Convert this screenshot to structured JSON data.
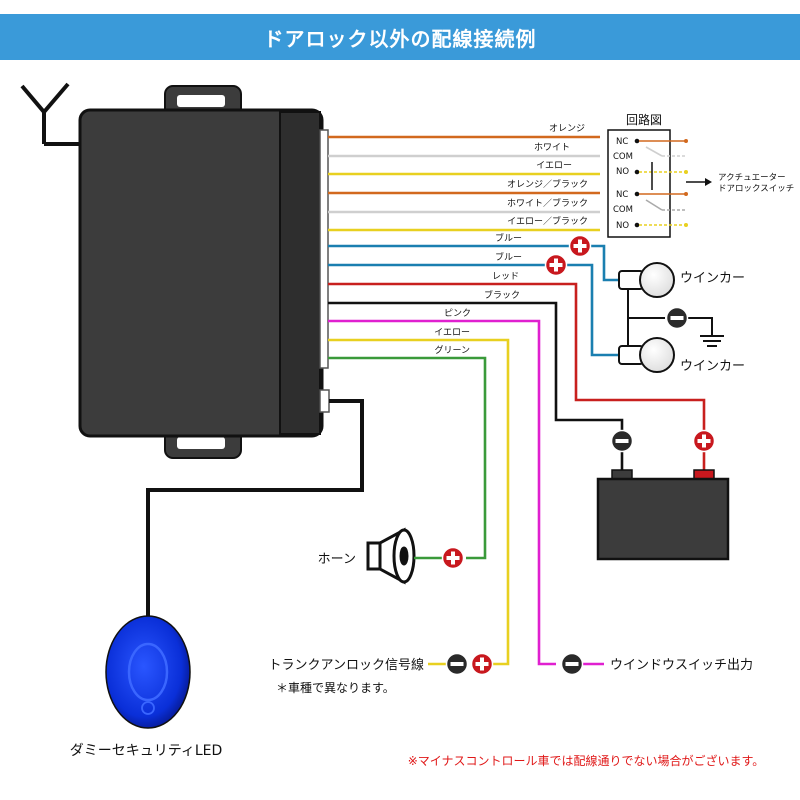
{
  "title": "ドアロック以外の配線接続例",
  "wire_labels": {
    "orange": "オレンジ",
    "white": "ホワイト",
    "yellow": "イエロー",
    "orange_black": "オレンジ／ブラック",
    "white_black": "ホワイト／ブラック",
    "yellow_black": "イエロー／ブラック",
    "blue1": "ブルー",
    "blue2": "ブルー",
    "red": "レッド",
    "black": "ブラック",
    "pink": "ピンク",
    "yellow2": "イエロー",
    "green": "グリーン"
  },
  "circuit": {
    "title": "回路図",
    "nc1": "NC",
    "com1": "COM",
    "no1": "NO",
    "nc2": "NC",
    "com2": "COM",
    "no2": "NO",
    "actuator_line1": "アクチュエーター",
    "actuator_line2": "ドアロックスイッチ"
  },
  "labels": {
    "winker_top": "ウインカー",
    "winker_bottom": "ウインカー",
    "horn": "ホーン",
    "trunk": "トランクアンロック信号線",
    "trunk_note": "＊車種で異なります。",
    "window": "ウインドウスイッチ出力",
    "dummy_led": "ダミーセキュリティLED",
    "footnote": "※マイナスコントロール車では配線通りでない場合がございます。"
  },
  "colors": {
    "banner": "#3a9ad9",
    "orange_wire": "#d2691e",
    "white_wire": "#cfcfcf",
    "yellow_wire": "#e8d020",
    "blue_wire": "#1a7fb0",
    "red_wire": "#c8201e",
    "black_wire": "#111111",
    "pink_wire": "#e020d0",
    "green_wire": "#3a9a3a",
    "note_red": "#e01818",
    "plus_symbol": "#c8181e",
    "minus_symbol": "#2a2a2a"
  }
}
